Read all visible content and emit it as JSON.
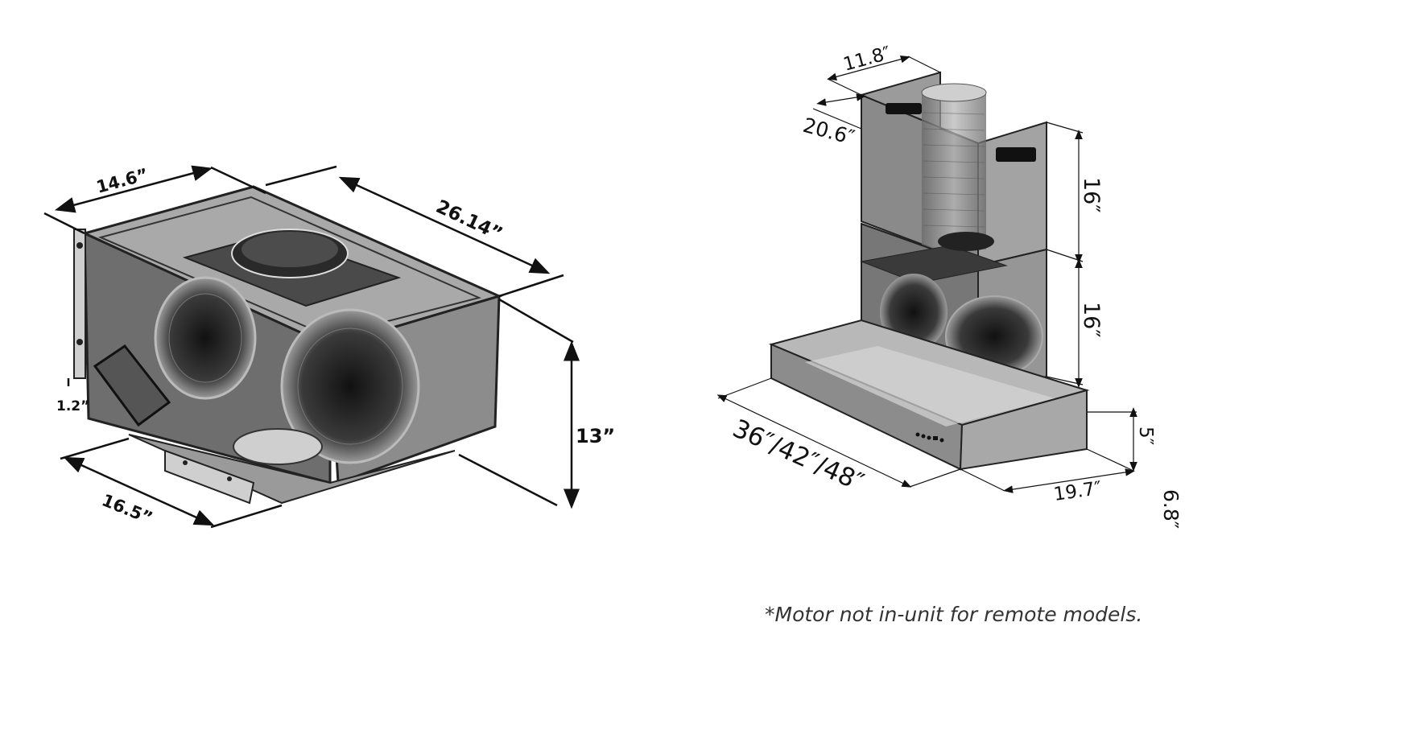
{
  "blower_diagram": {
    "dims": {
      "width_top": "14.6”",
      "length": "26.14”",
      "flange": "1.2”",
      "height": "13”",
      "width_bottom": "16.5”"
    }
  },
  "hood_diagram": {
    "dims": {
      "chimney_width": "11.8″",
      "chimney_depth": "20.6″",
      "upper_chimney": "16″",
      "lower_chimney": "16″",
      "hood_widths": "36″/42″/48″",
      "hood_depth": "19.7″",
      "front_height": "5″",
      "total_height": "6.8″"
    }
  },
  "footnote": "*Motor not in-unit for remote models.",
  "colors": {
    "body_fill": "#7a7a7a",
    "dark": "#1a1a1a",
    "line": "#111111"
  }
}
